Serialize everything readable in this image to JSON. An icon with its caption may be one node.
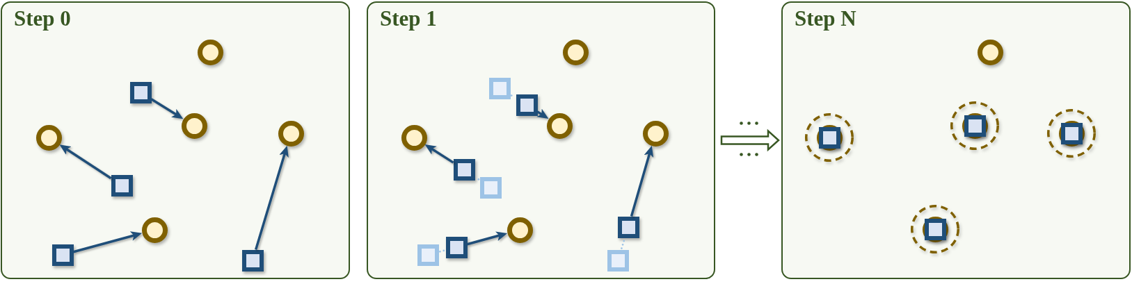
{
  "diagram": {
    "nodes": [
      {
        "text": [
          "Step 0"
        ]
      },
      {
        "text": [],
        "shape": "circle",
        "in": 0
      },
      {
        "text": [],
        "shape": "box",
        "in": 0
      },
      {
        "text": [],
        "shape": "circle",
        "in": 0
      },
      {
        "text": [],
        "shape": "circle",
        "in": 0
      },
      {
        "text": [],
        "shape": "circle",
        "in": 0
      },
      {
        "text": [],
        "shape": "box",
        "in": 0
      },
      {
        "text": [],
        "shape": "circle",
        "in": 0
      },
      {
        "text": [],
        "shape": "box",
        "in": 0
      },
      {
        "text": [],
        "shape": "box",
        "in": 0
      },
      {
        "text": [
          "Step 1"
        ]
      },
      {
        "text": [],
        "shape": "circle",
        "in": 10
      },
      {
        "text": [],
        "shape": "box",
        "in": 10
      },
      {
        "text": [],
        "shape": "box",
        "in": 10
      },
      {
        "text": [],
        "shape": "circle",
        "in": 10
      },
      {
        "text": [],
        "shape": "circle",
        "in": 10
      },
      {
        "text": [],
        "shape": "circle",
        "in": 10
      },
      {
        "text": [],
        "shape": "box",
        "in": 10
      },
      {
        "text": [],
        "shape": "box",
        "in": 10
      },
      {
        "text": [],
        "shape": "box",
        "in": 10
      },
      {
        "text": [],
        "shape": "circle",
        "in": 10
      },
      {
        "text": [],
        "shape": "box",
        "in": 10
      },
      {
        "text": [],
        "shape": "box",
        "in": 10
      },
      {
        "text": [],
        "shape": "box",
        "in": 10
      },
      {
        "text": [
          "Step N"
        ]
      },
      {
        "text": [],
        "shape": "circle",
        "in": 24
      },
      {
        "text": [],
        "shape": "circle",
        "in": 24
      },
      {
        "text": [],
        "shape": "box",
        "in": 26
      },
      {
        "text": [],
        "shape": "circle",
        "in": 24
      },
      {
        "text": [],
        "shape": "box",
        "in": 28
      },
      {
        "text": [],
        "shape": "circle",
        "in": 24
      },
      {
        "text": [],
        "shape": "box",
        "in": 30
      },
      {
        "text": [],
        "shape": "circle",
        "in": 24
      },
      {
        "text": [],
        "shape": "box",
        "in": 32
      }
    ],
    "edges": [
      {
        "from": 2,
        "to": 3,
        "arrow": "to"
      },
      {
        "from": 6,
        "to": 5,
        "arrow": "to"
      },
      {
        "from": 8,
        "to": 7,
        "arrow": "to"
      },
      {
        "from": 9,
        "to": 4,
        "arrow": "to"
      },
      {
        "from": 12,
        "to": 13,
        "arrow": "none",
        "style": "dashed",
        "color": "#9dc3e6"
      },
      {
        "from": 13,
        "to": 14,
        "arrow": "to"
      },
      {
        "from": 18,
        "to": 17,
        "arrow": "none",
        "style": "dashed",
        "color": "#9dc3e6"
      },
      {
        "from": 17,
        "to": 16,
        "arrow": "to"
      },
      {
        "from": 22,
        "to": 21,
        "arrow": "none",
        "style": "dashed",
        "color": "#9dc3e6"
      },
      {
        "from": 21,
        "to": 20,
        "arrow": "to"
      },
      {
        "from": 23,
        "to": 19,
        "arrow": "none",
        "style": "dashed",
        "color": "#9dc3e6"
      },
      {
        "from": 19,
        "to": 15,
        "arrow": "to"
      },
      {
        "from": 10,
        "to": 24,
        "arrow": "to",
        "style": "thick",
        "color": "#385723"
      }
    ]
  }
}
